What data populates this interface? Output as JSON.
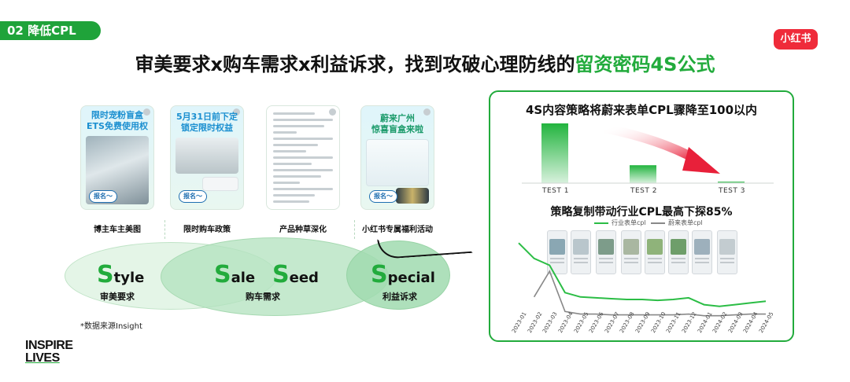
{
  "section": {
    "label": "02 降低CPL"
  },
  "brand": {
    "logo_text": "小红书"
  },
  "headline": {
    "part1": "审美要求x购车需求x利益诉求，找到攻破心理防线的",
    "part2": "留资密码4S公式"
  },
  "cards": [
    {
      "title_line1": "限时宠粉盲盒",
      "title_line2": "ETS免费使用权",
      "cta": "报名～",
      "caption": "博主车主美图"
    },
    {
      "title_line1": "5月31日前下定",
      "title_line2": "锁定限时权益",
      "cta": "报名～",
      "caption": "限时购车政策"
    },
    {
      "caption": "产品种草深化"
    },
    {
      "title_line1": "蔚来广州",
      "title_line2": "惊喜盲盒来啦",
      "cta": "报名～",
      "caption": "小红书专属福利活动"
    }
  ],
  "formula": {
    "style": {
      "initial": "S",
      "rest": "tyle",
      "label": "审美要求"
    },
    "sale": {
      "initial": "S",
      "rest": "ale"
    },
    "seed": {
      "initial": "S",
      "rest": "eed"
    },
    "center_label": "购车需求",
    "special": {
      "initial": "S",
      "rest": "pecial",
      "label": "利益诉求"
    }
  },
  "footnote": "*数据来源Insight",
  "inspire": {
    "line1": "INSPIRE",
    "line2": "LIVES"
  },
  "panel": {
    "top_title": "4S内容策略将蔚来表单CPL骤降至100以内",
    "tests": [
      "TEST 1",
      "TEST 2",
      "TEST 3"
    ],
    "bottom_title": "策略复制带动行业CPL最高下探85%",
    "legend": [
      {
        "name": "行业表单cpl",
        "color": "#2bbd45"
      },
      {
        "name": "蔚来表单cpl",
        "color": "#888888"
      }
    ],
    "accent": "#22ab3c",
    "arrow_color": "#e8203a"
  },
  "chart_data": [
    {
      "type": "bar",
      "categories": [
        "TEST 1",
        "TEST 2",
        "TEST 3"
      ],
      "values": [
        100,
        30,
        2
      ],
      "title": "4S内容策略将蔚来表单CPL骤降至100以内",
      "note": "relative bar heights estimated; no y-axis shown"
    },
    {
      "type": "line",
      "title": "策略复制带动行业CPL最高下探85%",
      "x": [
        "2023-01",
        "2023-02",
        "2023-03",
        "2023-04",
        "2023-05",
        "2023-06",
        "2023-07",
        "2023-08",
        "2023-09",
        "2023-10",
        "2023-11",
        "2023-12",
        "2024-01",
        "2024-02",
        "2024-03",
        "2024-04",
        "2024-05"
      ],
      "series": [
        {
          "name": "行业表单cpl",
          "values": [
            88,
            70,
            62,
            30,
            25,
            24,
            23,
            22,
            22,
            21,
            22,
            24,
            16,
            14,
            16,
            18,
            20
          ]
        },
        {
          "name": "蔚来表单cpl",
          "values": [
            null,
            25,
            55,
            8,
            5,
            5,
            4,
            4,
            4,
            4,
            4,
            5,
            3,
            3,
            4,
            5,
            5
          ]
        }
      ]
    }
  ]
}
